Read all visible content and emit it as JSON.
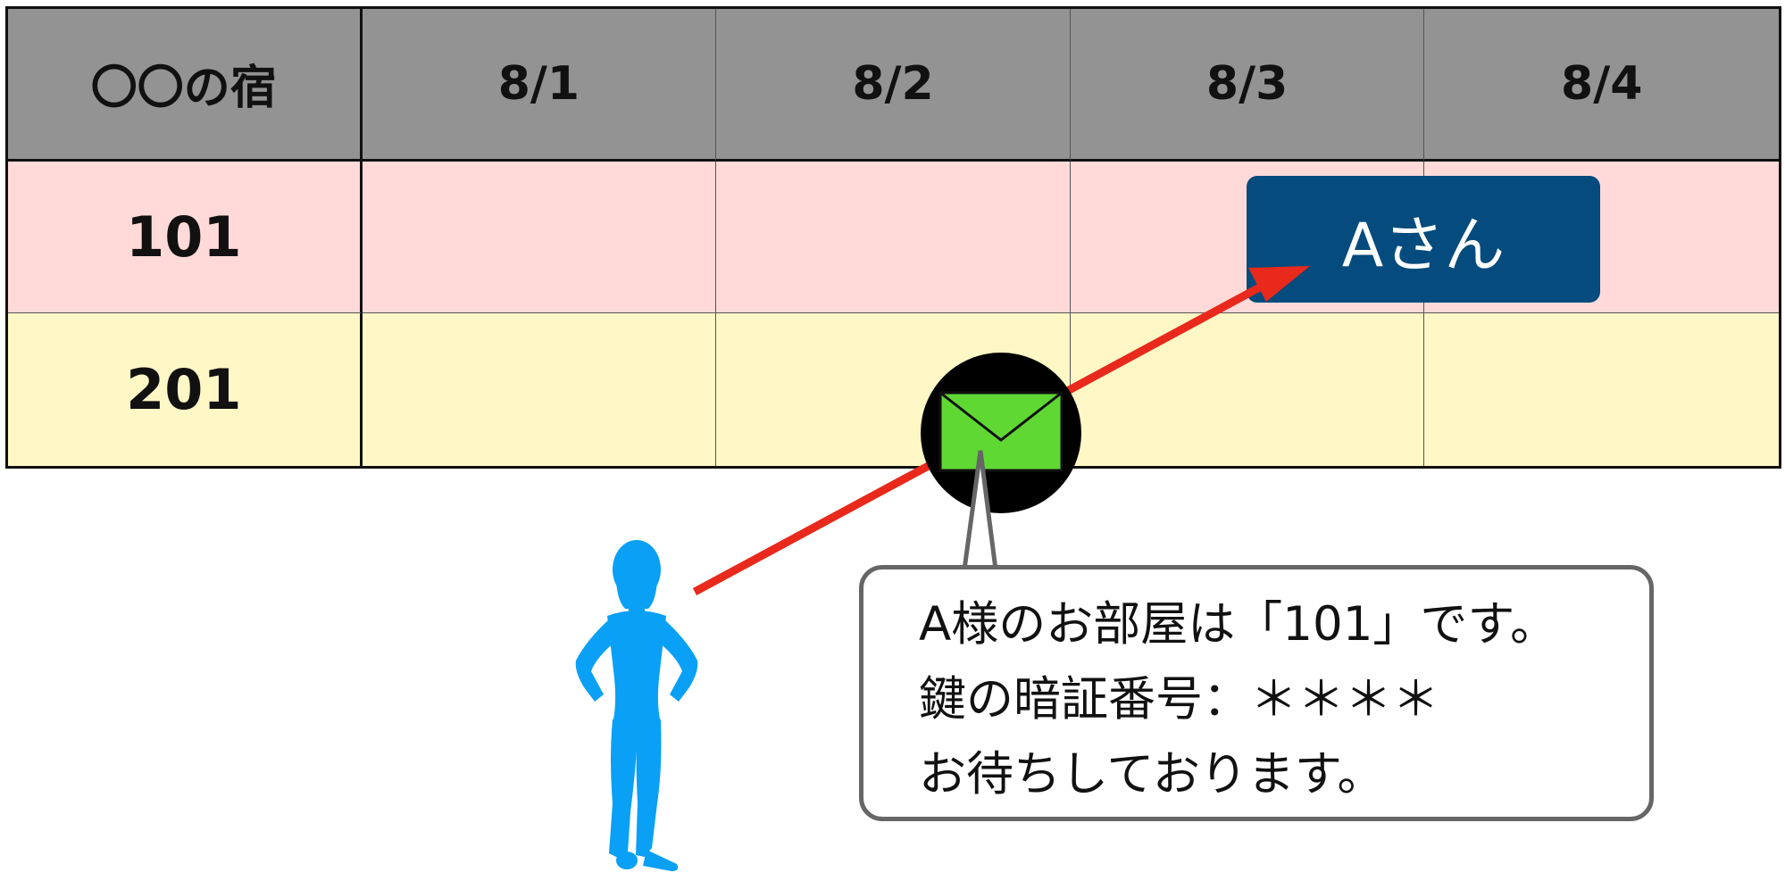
{
  "table": {
    "header": [
      "〇〇の宿",
      "8/1",
      "8/2",
      "8/3",
      "8/4"
    ],
    "rooms": [
      "101",
      "201"
    ]
  },
  "booking": {
    "label": "Aさん"
  },
  "message": {
    "lines": [
      "A様のお部屋は「101」です。",
      "鍵の暗証番号：＊＊＊＊",
      "お待ちしております。"
    ]
  },
  "colors": {
    "header_bg": "#939393",
    "row_101_bg": "#ffdad9",
    "row_201_bg": "#fff8c6",
    "booking_bg": "#054b7d",
    "arrow": "#e8291c",
    "person": "#0aa0f5",
    "mail_icon": "#5fd834"
  },
  "icons": [
    "person-silhouette-icon",
    "mail-envelope-icon",
    "arrow-icon"
  ]
}
